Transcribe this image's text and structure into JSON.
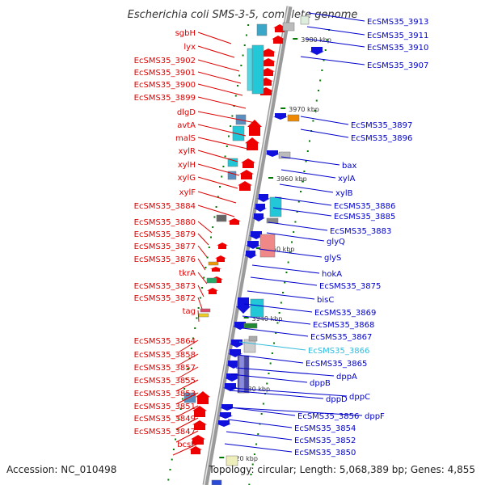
{
  "title": "Escherichia coli SMS-3-5, complete genome",
  "footer": {
    "accession": "Accession: NC_010498",
    "topology": "Topology: circular; Length: 5,068,389 bp; Genes: 4,855"
  },
  "colors": {
    "left_label": "#dd0000",
    "right_label": "#0000cc",
    "highlight_label": "#33bbdd",
    "backbone": "#888888",
    "forward_gene": "#ee0000",
    "reverse_gene": "#1111dd",
    "cds_box": "#22c8d8",
    "rna_box": "#f08888",
    "tick": "#007700"
  },
  "scale_ticks": [
    "3980 kbp",
    "3970 kbp",
    "3960 kbp",
    "3950 kbp",
    "3940 kbp",
    "3930 kbp",
    "3920 kbp"
  ],
  "left_labels": [
    "sgbH",
    "lyx",
    "EcSMS35_3902",
    "EcSMS35_3901",
    "EcSMS35_3900",
    "EcSMS35_3899",
    "dlgD",
    "avtA",
    "malS",
    "xylR",
    "xylH",
    "xylG",
    "xylF",
    "EcSMS35_3884",
    "EcSMS35_3880",
    "EcSMS35_3879",
    "EcSMS35_3877",
    "EcSMS35_3876",
    "tkrA",
    "EcSMS35_3873",
    "EcSMS35_3872",
    "tag",
    "EcSMS35_3864",
    "EcSMS35_3858",
    "EcSMS35_3857",
    "EcSMS35_3855",
    "EcSMS35_3853",
    "EcSMS35_3851",
    "EcSMS35_3849",
    "EcSMS35_3847",
    "bcsF"
  ],
  "right_labels": [
    "EcSMS35_3913",
    "EcSMS35_3911",
    "EcSMS35_3910",
    "EcSMS35_3907",
    "EcSMS35_3897",
    "EcSMS35_3896",
    "bax",
    "xylA",
    "xylB",
    "EcSMS35_3886",
    "EcSMS35_3885",
    "EcSMS35_3883",
    "glyQ",
    "glyS",
    "hokA",
    "EcSMS35_3875",
    "bisC",
    "EcSMS35_3869",
    "EcSMS35_3868",
    "EcSMS35_3867",
    "EcSMS35_3866",
    "EcSMS35_3865",
    "dppA",
    "dppB",
    "dppC",
    "dppD",
    "dppF",
    "EcSMS35_3856",
    "EcSMS35_3854",
    "EcSMS35_3852",
    "EcSMS35_3850"
  ]
}
